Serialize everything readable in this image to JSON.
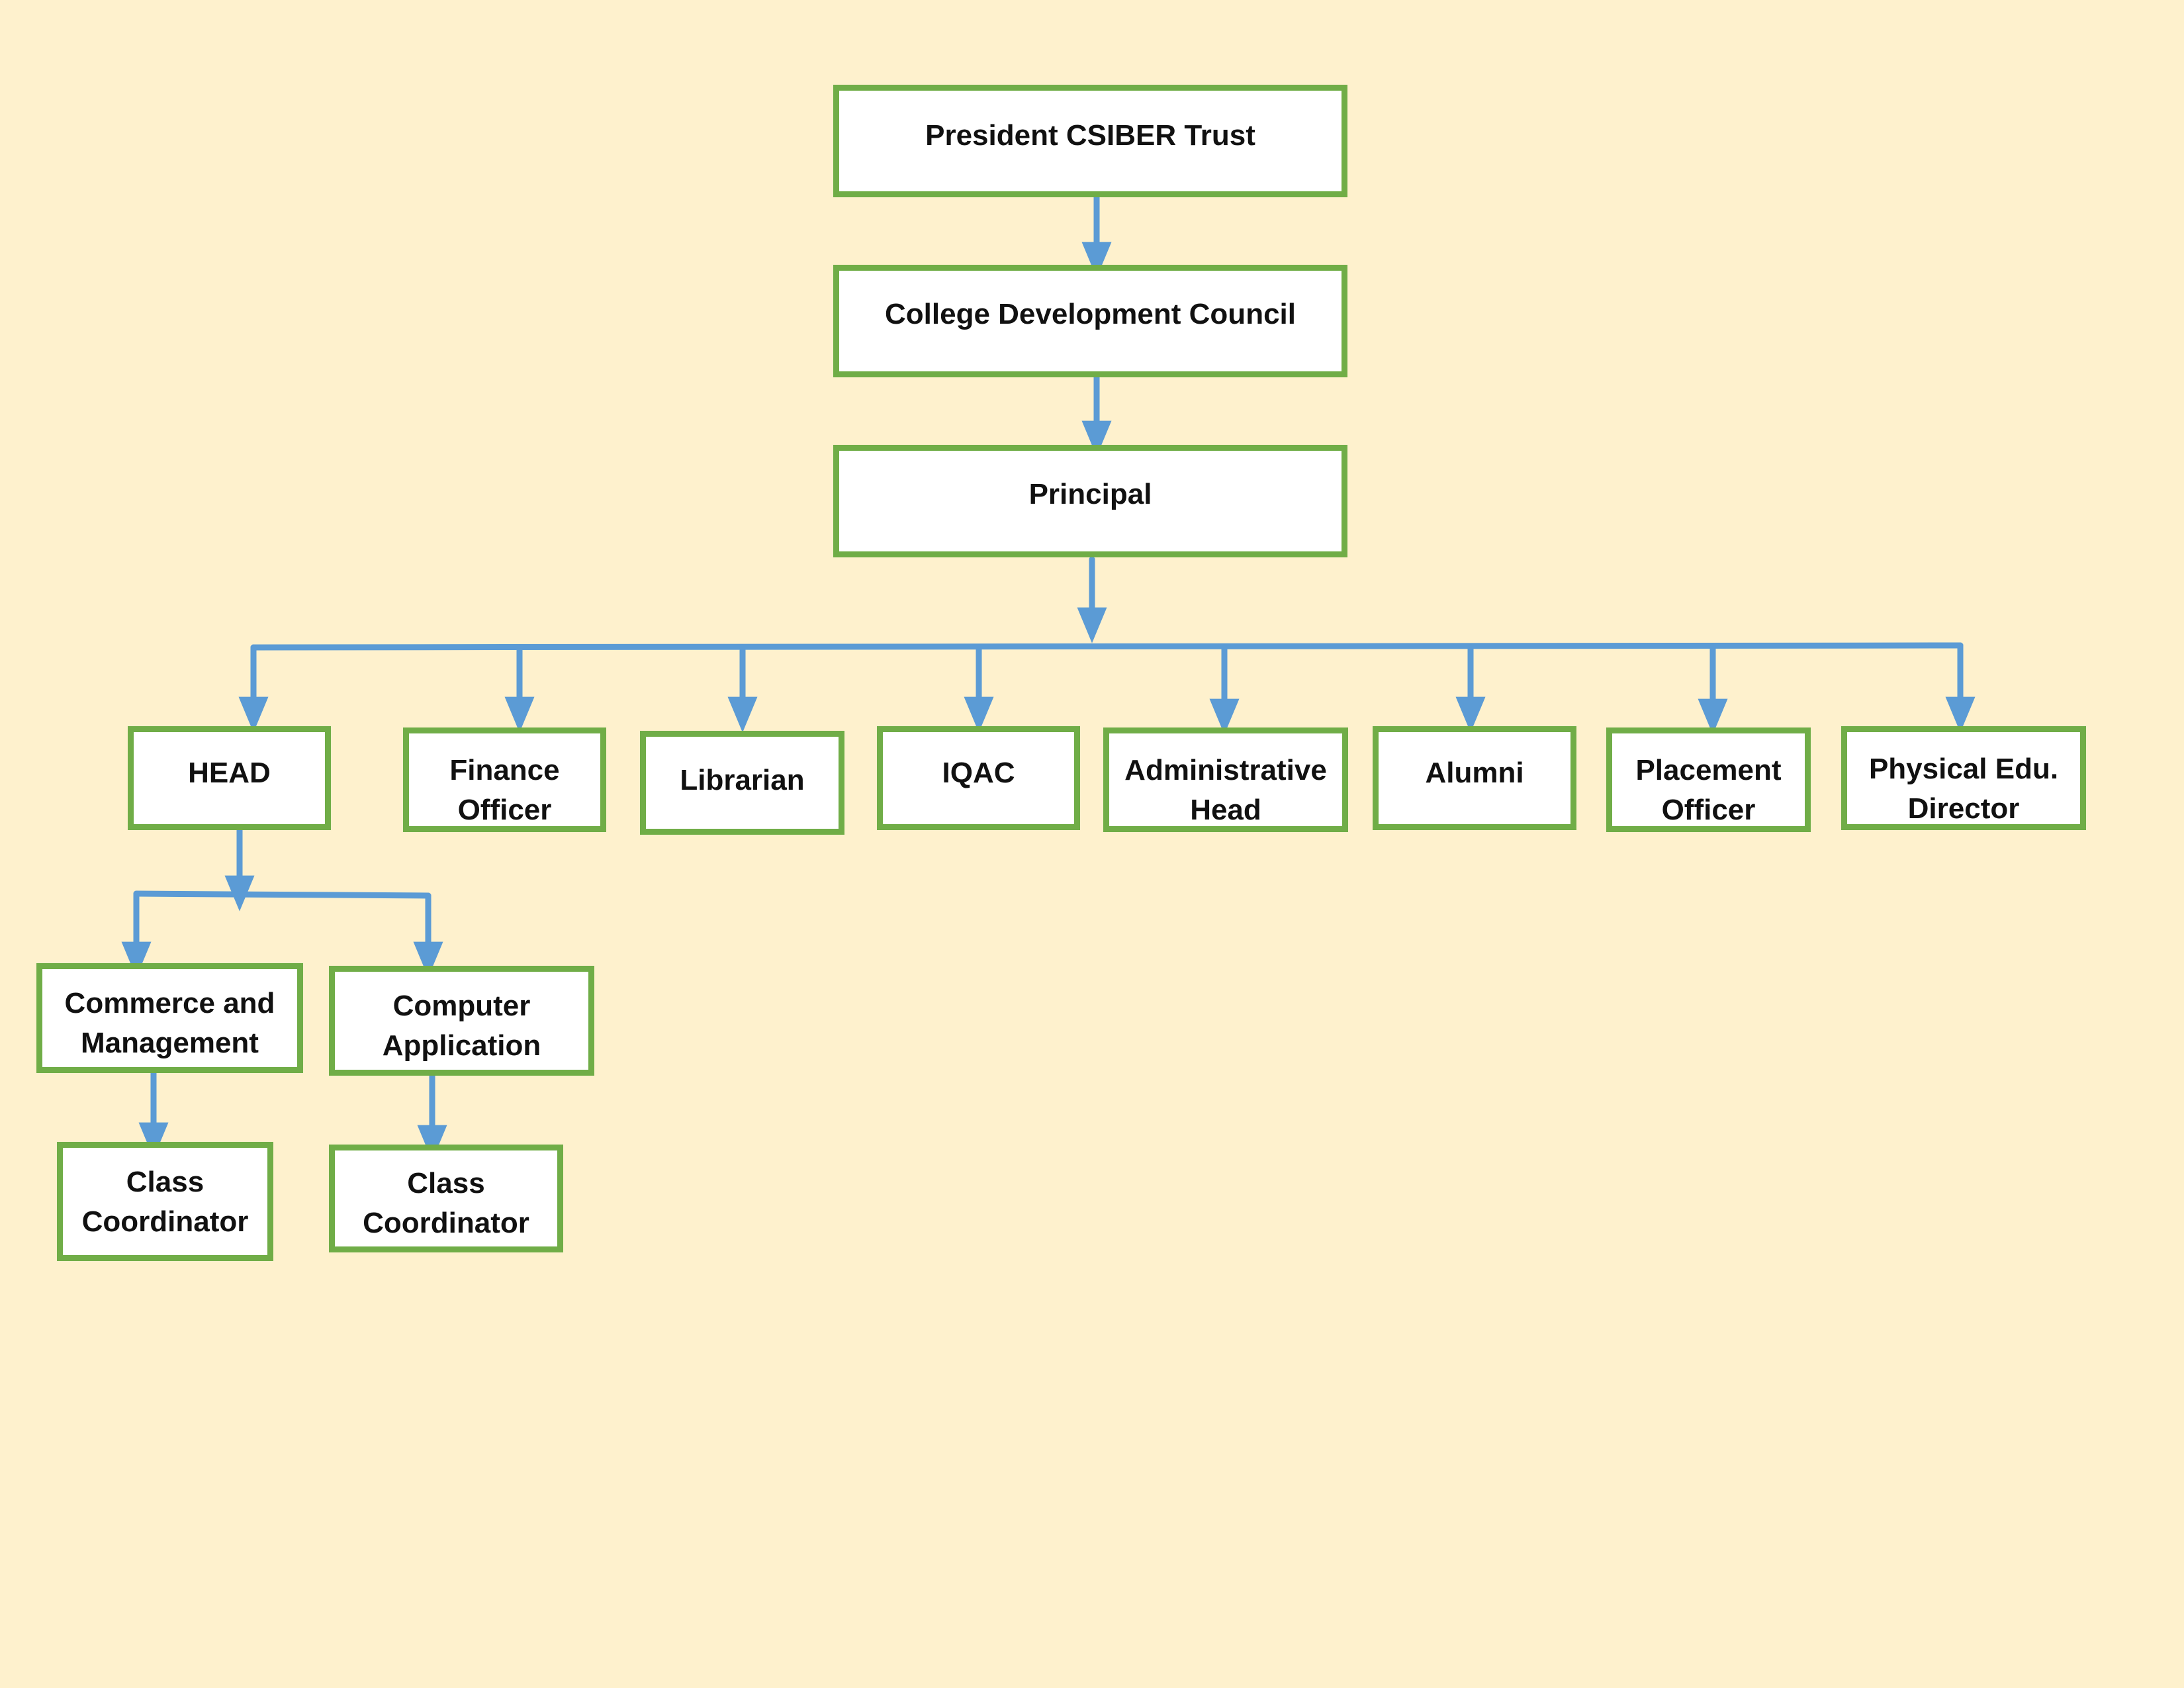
{
  "chart": {
    "nodes": {
      "president": "President CSIBER Trust",
      "cdc": "College Development Council",
      "principal": "Principal",
      "head": "HEAD",
      "finance": "Finance\nOfficer",
      "librarian": "Librarian",
      "iqac": "IQAC",
      "admin": "Administrative\nHead",
      "alumni": "Alumni",
      "placement": "Placement\nOfficer",
      "physical": "Physical Edu.\nDirector",
      "commerce": "Commerce and\nManagement",
      "computer": "Computer\nApplication",
      "coord1": "Class\nCoordinator",
      "coord2": "Class\nCoordinator"
    },
    "colors": {
      "background": "#FEF1CD",
      "box_border": "#70AD47",
      "box_fill": "#FFFFFF",
      "connector": "#5B9BD5"
    }
  }
}
